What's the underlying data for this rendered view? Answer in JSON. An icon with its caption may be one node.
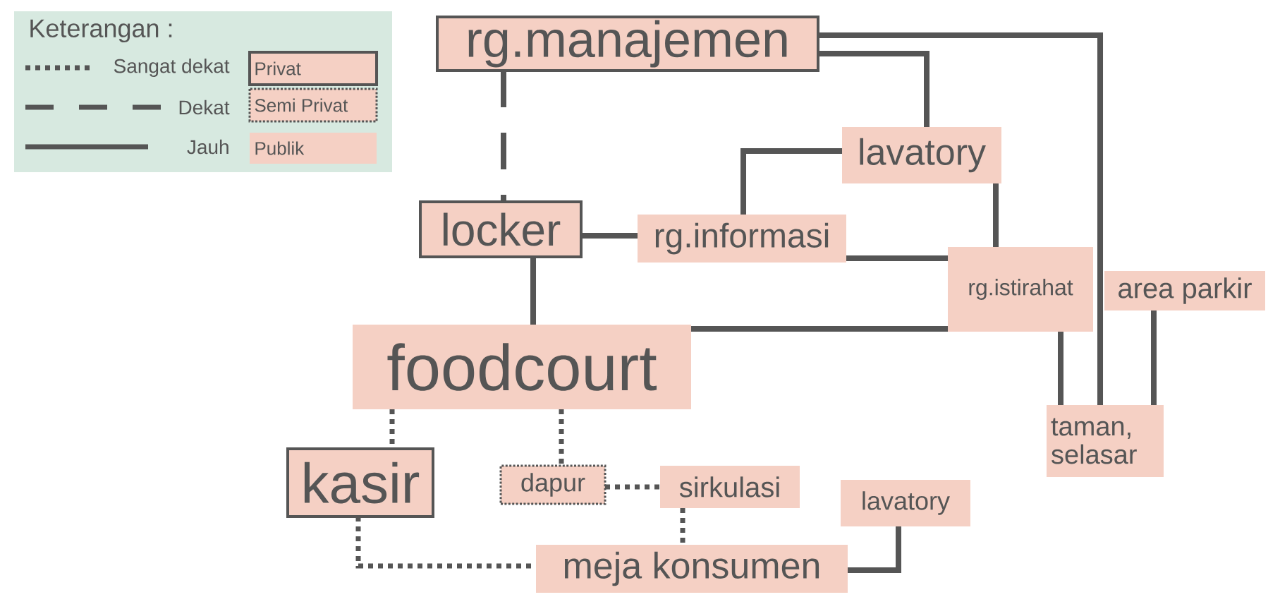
{
  "diagram": {
    "nodes": [
      {
        "text": [
          "rg.manajemen"
        ]
      },
      {
        "text": [
          "lavatory"
        ]
      },
      {
        "text": [
          "locker"
        ]
      },
      {
        "text": [
          "rg.informasi"
        ]
      },
      {
        "text": [
          "rg.istirahat"
        ]
      },
      {
        "text": [
          "area parkir"
        ]
      },
      {
        "text": [
          "foodcourt"
        ]
      },
      {
        "text": [
          "taman, selasar"
        ]
      },
      {
        "text": [
          "kasir"
        ]
      },
      {
        "text": [
          "dapur"
        ]
      },
      {
        "text": [
          "sirkulasi"
        ]
      },
      {
        "text": [
          "lavatory"
        ]
      },
      {
        "text": [
          "meja konsumen"
        ]
      }
    ],
    "edges": [
      {
        "from": 0,
        "to": 2,
        "arrow": "none",
        "style": "dashed"
      },
      {
        "from": 0,
        "to": 1,
        "arrow": "none"
      },
      {
        "from": 0,
        "to": 7,
        "arrow": "none"
      },
      {
        "from": 1,
        "to": 3,
        "arrow": "none"
      },
      {
        "from": 1,
        "to": 4,
        "arrow": "none"
      },
      {
        "from": 2,
        "to": 3,
        "arrow": "none"
      },
      {
        "from": 3,
        "to": 4,
        "arrow": "none"
      },
      {
        "from": 2,
        "to": 6,
        "arrow": "none"
      },
      {
        "from": 6,
        "to": 4,
        "arrow": "none"
      },
      {
        "from": 4,
        "to": 7,
        "arrow": "none"
      },
      {
        "from": 5,
        "to": 7,
        "arrow": "none"
      },
      {
        "from": 6,
        "to": 8,
        "arrow": "none",
        "style": "dashed"
      },
      {
        "from": 6,
        "to": 9,
        "arrow": "none",
        "style": "dashed"
      },
      {
        "from": 9,
        "to": 10,
        "arrow": "none",
        "style": "dashed"
      },
      {
        "from": 10,
        "to": 12,
        "arrow": "none",
        "style": "dashed"
      },
      {
        "from": 8,
        "to": 12,
        "arrow": "none",
        "style": "dashed"
      },
      {
        "from": 12,
        "to": 11,
        "arrow": "none"
      }
    ],
    "labels": [
      "Keterangan :"
    ],
    "legend": [
      {
        "text": "Sangat dekat"
      },
      {
        "text": "Dekat"
      },
      {
        "text": "Jauh"
      },
      {
        "text": "Privat",
        "color": "#f5d0c4"
      },
      {
        "text": "Semi Privat",
        "color": "#f5d0c4"
      },
      {
        "text": "Publik",
        "color": "#f5d0c4"
      }
    ]
  }
}
